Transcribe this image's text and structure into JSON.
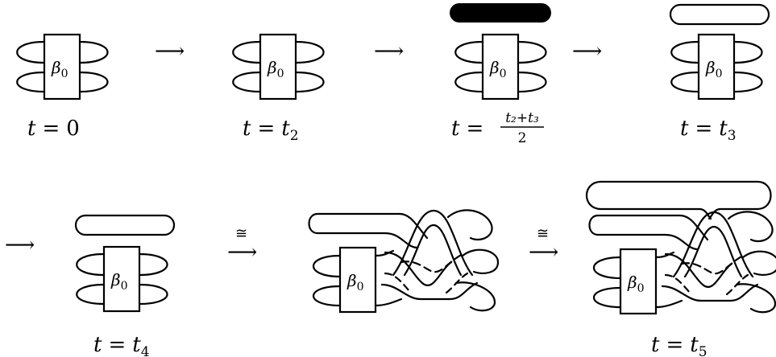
{
  "box_symbol": "β",
  "box_subscript": "0",
  "arrow_symbol": "⟶",
  "iso_symbol": "≅",
  "labels": {
    "t0": {
      "lhs": "t",
      "eq": "=",
      "rhs": "0"
    },
    "t2": {
      "lhs": "t",
      "eq": "=",
      "rhs": "t",
      "sub": "2"
    },
    "tmid": {
      "lhs": "t",
      "eq": "=",
      "num": "t₂+t₃",
      "den": "2"
    },
    "t3": {
      "lhs": "t",
      "eq": "=",
      "rhs": "t",
      "sub": "3"
    },
    "t4": {
      "lhs": "t",
      "eq": "=",
      "rhs": "t",
      "sub": "4"
    },
    "t5": {
      "lhs": "t",
      "eq": "=",
      "rhs": "t",
      "sub": "5"
    }
  }
}
